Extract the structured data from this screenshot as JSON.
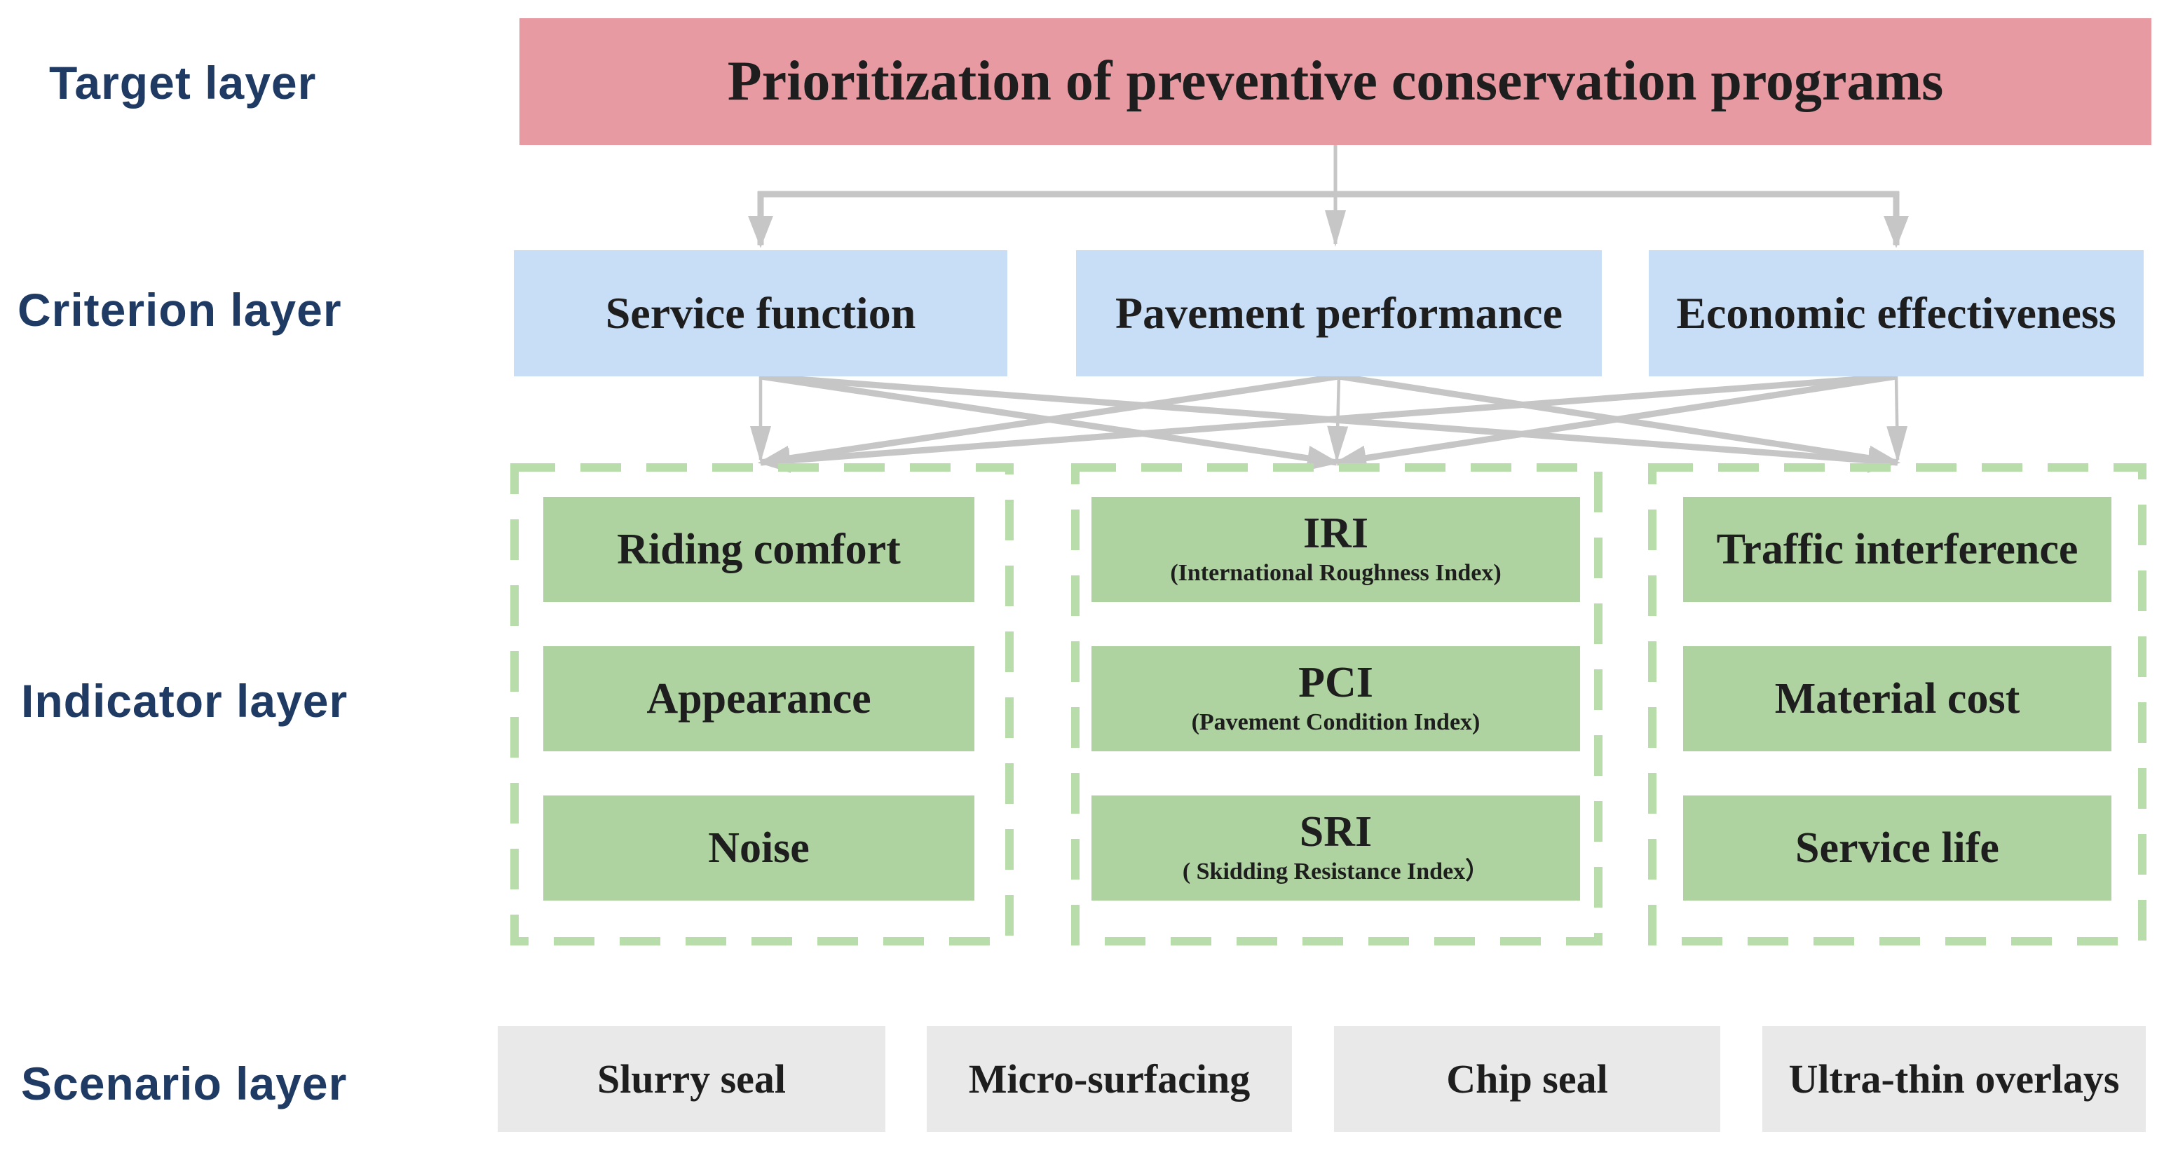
{
  "layers": {
    "target": {
      "label": "Target layer",
      "box": {
        "title": "Prioritization of preventive conservation programs"
      }
    },
    "criterion": {
      "label": "Criterion layer",
      "boxes": [
        {
          "title": "Service function"
        },
        {
          "title": "Pavement performance"
        },
        {
          "title": "Economic effectiveness"
        }
      ]
    },
    "indicator": {
      "label": "Indicator layer",
      "groups": [
        {
          "items": [
            {
              "title": "Riding comfort"
            },
            {
              "title": "Appearance"
            },
            {
              "title": "Noise"
            }
          ]
        },
        {
          "items": [
            {
              "title": "IRI",
              "subtitle": "(International Roughness Index)"
            },
            {
              "title": "PCI",
              "subtitle": "(Pavement Condition Index)"
            },
            {
              "title": "SRI",
              "subtitle": "( Skidding Resistance Index）"
            }
          ]
        },
        {
          "items": [
            {
              "title": "Traffic interference"
            },
            {
              "title": "Material cost"
            },
            {
              "title": "Service life"
            }
          ]
        }
      ]
    },
    "scenario": {
      "label": "Scenario layer",
      "boxes": [
        {
          "title": "Slurry seal"
        },
        {
          "title": "Micro-surfacing"
        },
        {
          "title": "Chip seal"
        },
        {
          "title": "Ultra-thin overlays"
        }
      ]
    }
  },
  "colors": {
    "target_fill": "#e89aa2",
    "criterion_fill": "#c8ddf6",
    "indicator_fill": "#aed3a0",
    "indicator_dash_border": "#b8dcaa",
    "scenario_fill": "#e9e9e9",
    "arrow": "#c6c6c6",
    "label_text": "#1f3a63",
    "box_text": "#1e1e1e"
  }
}
